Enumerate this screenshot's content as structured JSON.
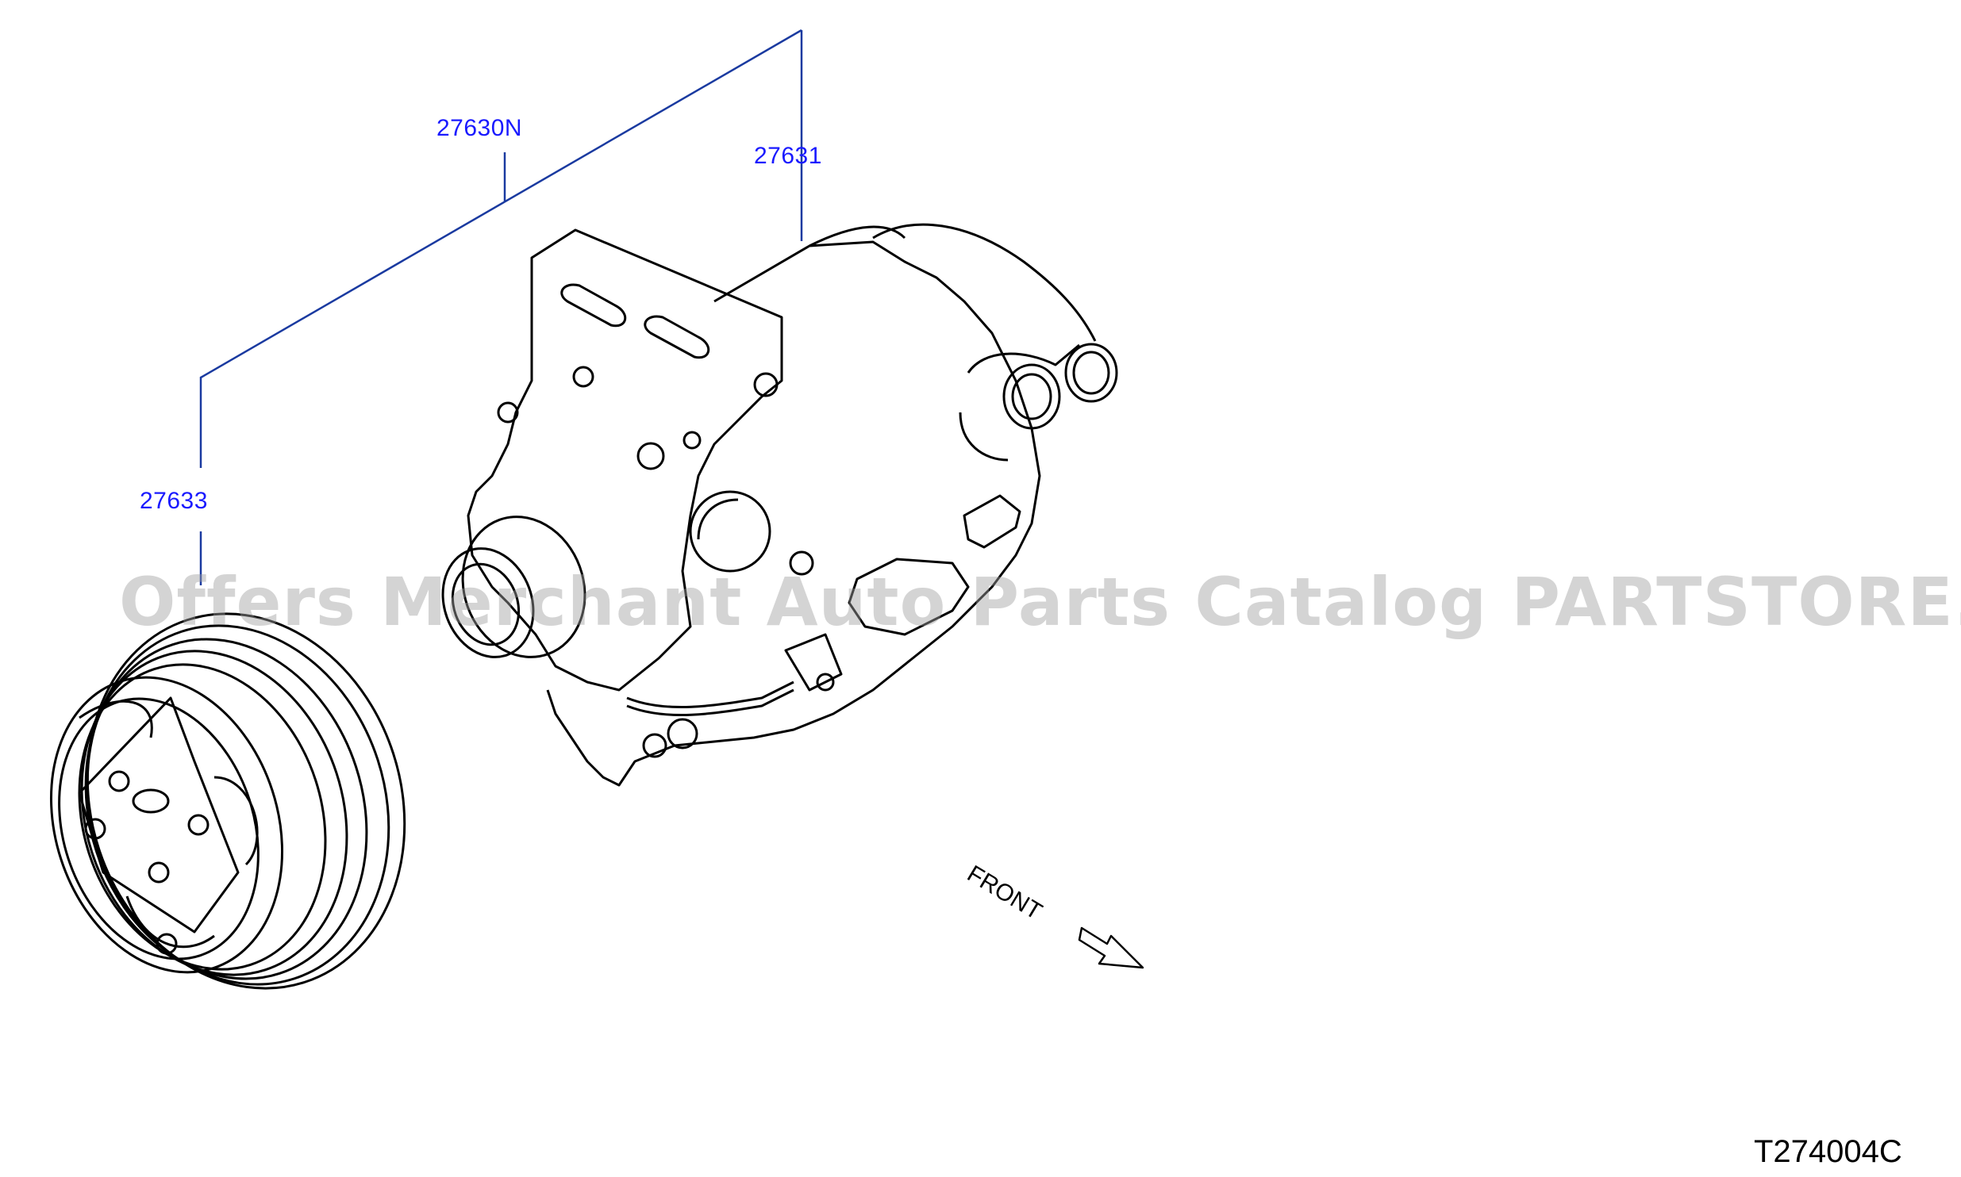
{
  "callouts": {
    "assembly": "27630N",
    "compressor": "27631",
    "clutch": "27633"
  },
  "front_label": "FRONT",
  "diagram_id": "T274004C",
  "watermark": "Offers Merchant Auto Parts Catalog PARTSTORE.SA",
  "colors": {
    "leader": "#1a3aa0",
    "callout_text": "#1a1aff",
    "linework": "#000000"
  }
}
